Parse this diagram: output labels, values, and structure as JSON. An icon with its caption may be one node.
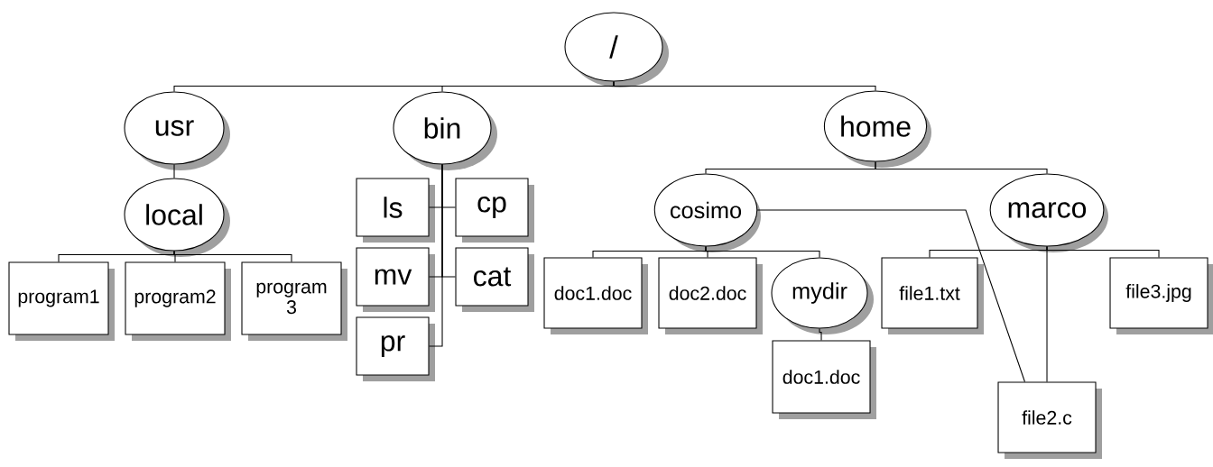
{
  "diagram": {
    "nodes": [
      {
        "text": [
          "/"
        ]
      },
      {
        "text": [
          "usr"
        ]
      },
      {
        "text": [
          "bin"
        ]
      },
      {
        "text": [
          "home"
        ]
      },
      {
        "text": [
          "local"
        ]
      },
      {
        "text": [
          "program1"
        ]
      },
      {
        "text": [
          "program2"
        ]
      },
      {
        "text": [
          "program 3"
        ]
      },
      {
        "text": [
          "ls"
        ]
      },
      {
        "text": [
          "cp"
        ]
      },
      {
        "text": [
          "mv"
        ]
      },
      {
        "text": [
          "cat"
        ]
      },
      {
        "text": [
          "pr"
        ]
      },
      {
        "text": [
          "cosimo"
        ]
      },
      {
        "text": [
          "marco"
        ]
      },
      {
        "text": [
          "doc1.doc"
        ]
      },
      {
        "text": [
          "doc2.doc"
        ]
      },
      {
        "text": [
          "mydir"
        ]
      },
      {
        "text": [
          "file1.txt"
        ]
      },
      {
        "text": [
          "file3.jpg"
        ]
      },
      {
        "text": [
          "doc1.doc"
        ]
      },
      {
        "text": [
          "file2.c"
        ]
      }
    ],
    "edges": [
      {
        "from": 0,
        "to": 1,
        "arrow": "none"
      },
      {
        "from": 0,
        "to": 2,
        "arrow": "none"
      },
      {
        "from": 0,
        "to": 3,
        "arrow": "none"
      },
      {
        "from": 1,
        "to": 4,
        "arrow": "none"
      },
      {
        "from": 4,
        "to": 5,
        "arrow": "none"
      },
      {
        "from": 4,
        "to": 6,
        "arrow": "none"
      },
      {
        "from": 4,
        "to": 7,
        "arrow": "none"
      },
      {
        "from": 2,
        "to": 8,
        "arrow": "none"
      },
      {
        "from": 2,
        "to": 9,
        "arrow": "none"
      },
      {
        "from": 2,
        "to": 10,
        "arrow": "none"
      },
      {
        "from": 2,
        "to": 11,
        "arrow": "none"
      },
      {
        "from": 2,
        "to": 12,
        "arrow": "none"
      },
      {
        "from": 3,
        "to": 13,
        "arrow": "none"
      },
      {
        "from": 3,
        "to": 14,
        "arrow": "none"
      },
      {
        "from": 13,
        "to": 15,
        "arrow": "none"
      },
      {
        "from": 13,
        "to": 16,
        "arrow": "none"
      },
      {
        "from": 13,
        "to": 17,
        "arrow": "none"
      },
      {
        "from": 17,
        "to": 20,
        "arrow": "none"
      },
      {
        "from": 14,
        "to": 18,
        "arrow": "none"
      },
      {
        "from": 14,
        "to": 21,
        "arrow": "none"
      },
      {
        "from": 14,
        "to": 19,
        "arrow": "none"
      },
      {
        "from": 13,
        "to": 21,
        "arrow": "none"
      }
    ]
  }
}
